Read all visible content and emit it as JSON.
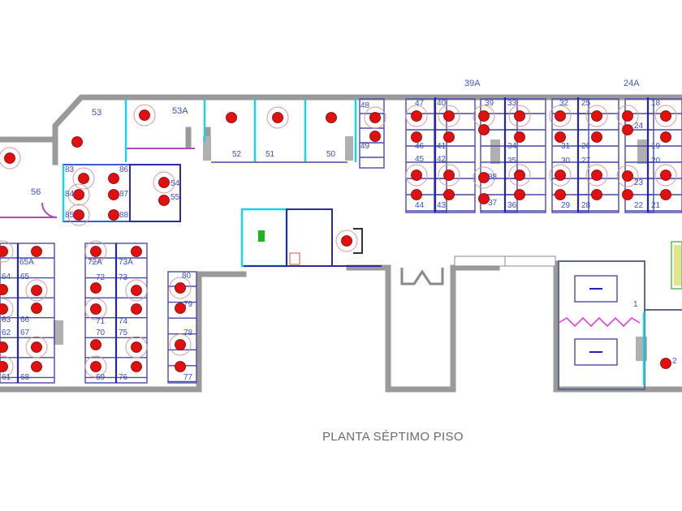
{
  "title": "PLANTA SÉPTIMO PISO",
  "zone_labels": [
    "39A",
    "24A"
  ],
  "room_labels": [
    "53",
    "53A",
    "56",
    "1"
  ],
  "seat_labels": [
    "52",
    "51",
    "50",
    "48",
    "49",
    "83",
    "84",
    "85",
    "86",
    "87",
    "88",
    "54",
    "55",
    "47",
    "40",
    "39",
    "33",
    "46",
    "41",
    "45",
    "42",
    "44",
    "43",
    "34",
    "35",
    "88",
    "37",
    "36",
    "32",
    "25",
    "31",
    "26",
    "30",
    "27",
    "29",
    "28",
    "18",
    "24",
    "19",
    "20",
    "23",
    "22",
    "21",
    "65A",
    "64",
    "65",
    "63",
    "66",
    "62",
    "67",
    "61",
    "68",
    "72A",
    "73A",
    "72",
    "73",
    "71",
    "74",
    "70",
    "75",
    "69",
    "76",
    "80",
    "79",
    "78",
    "77",
    "2"
  ],
  "colors": {
    "wall": "#9a9a9a",
    "desk": "#4a4aa8",
    "chair": "#e01010",
    "glass": "#19d3e6",
    "partition": "#b04ab8",
    "label": "#3b4fc4"
  }
}
